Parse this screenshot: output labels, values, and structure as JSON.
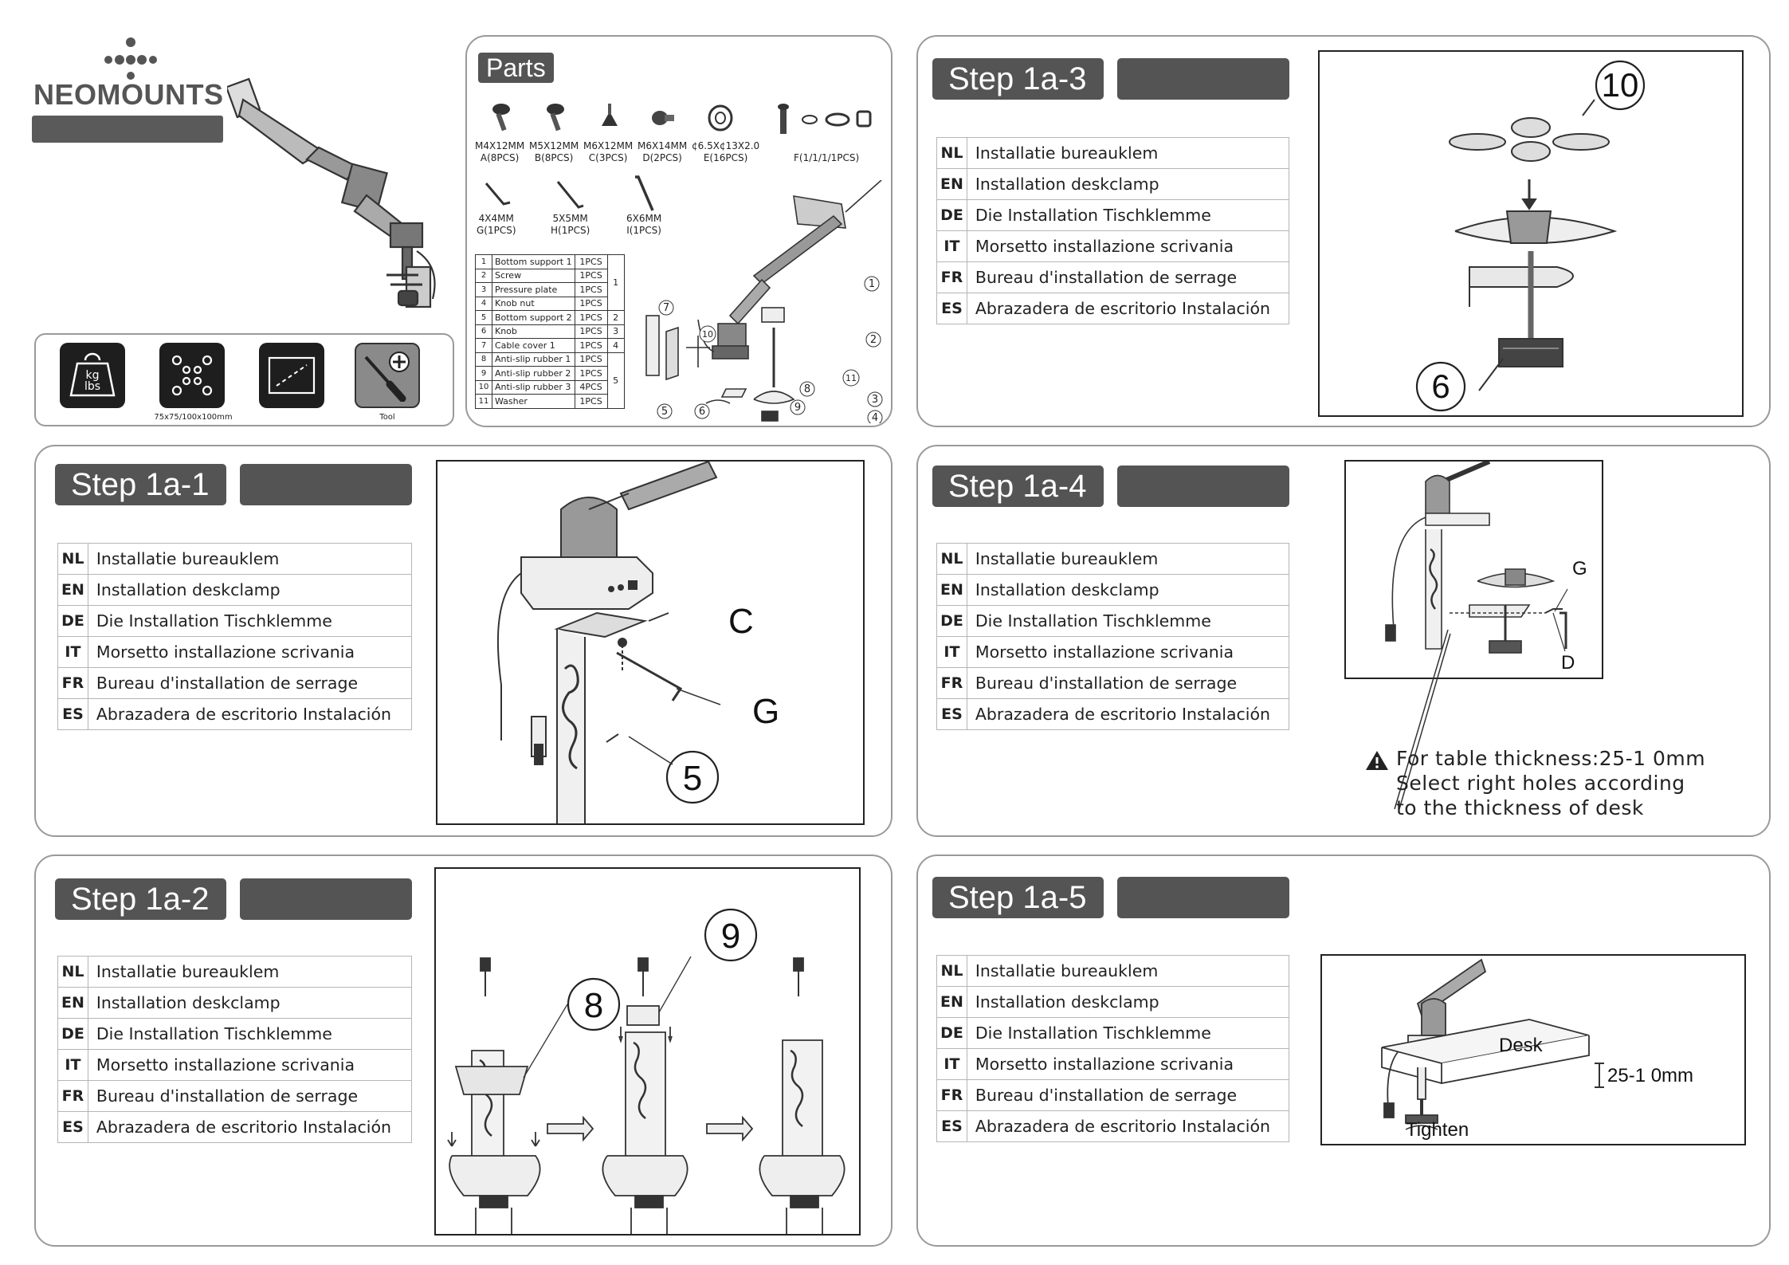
{
  "brand": {
    "name": "NEOMOUNTS"
  },
  "features": {
    "weight_top": "kg",
    "weight_bottom": "lbs",
    "vesa_caption": "75x75/100x100mm",
    "tool_caption": "Tool"
  },
  "parts": {
    "title": "Parts",
    "hardware": [
      {
        "size": "M4X12MM",
        "qty": "A(8PCS)"
      },
      {
        "size": "M5X12MM",
        "qty": "B(8PCS)"
      },
      {
        "size": "M6X12MM",
        "qty": "C(3PCS)"
      },
      {
        "size": "M6X14MM",
        "qty": "D(2PCS)"
      },
      {
        "size": "¢6.5X¢13X2.0",
        "qty": "E(16PCS)"
      },
      {
        "size": "",
        "qty": "F(1/1/1/1PCS)"
      }
    ],
    "keys": [
      {
        "size": "4X4MM",
        "qty": "G(1PCS)"
      },
      {
        "size": "5X5MM",
        "qty": "H(1PCS)"
      },
      {
        "size": "6X6MM",
        "qty": "I(1PCS)"
      }
    ],
    "list": [
      {
        "num": "1",
        "name": "Bottom support 1",
        "qty": "1PCS"
      },
      {
        "num": "2",
        "name": "Screw",
        "qty": "1PCS"
      },
      {
        "num": "3",
        "name": "Pressure plate",
        "qty": "1PCS"
      },
      {
        "num": "4",
        "name": "Knob nut",
        "qty": "1PCS"
      },
      {
        "num": "5",
        "name": "Bottom support 2",
        "qty": "1PCS"
      },
      {
        "num": "6",
        "name": "Knob",
        "qty": "1PCS"
      },
      {
        "num": "7",
        "name": "Cable cover 1",
        "qty": "1PCS"
      },
      {
        "num": "8",
        "name": "Anti-slip rubber 1",
        "qty": "1PCS"
      },
      {
        "num": "9",
        "name": "Anti-slip rubber 2",
        "qty": "1PCS"
      },
      {
        "num": "10",
        "name": "Anti-slip rubber 3",
        "qty": "4PCS"
      },
      {
        "num": "11",
        "name": "Washer",
        "qty": "1PCS"
      }
    ],
    "groups": [
      "1",
      "2",
      "3",
      "4",
      "5"
    ],
    "callouts": [
      "1",
      "2",
      "3",
      "4",
      "5",
      "6",
      "7",
      "8",
      "9",
      "10",
      "11"
    ]
  },
  "languages": [
    {
      "code": "NL",
      "text": "Installatie bureauklem"
    },
    {
      "code": "EN",
      "text": "Installation deskclamp"
    },
    {
      "code": "DE",
      "text": "Die Installation Tischklemme"
    },
    {
      "code": "IT",
      "text": "Morsetto installazione scrivania"
    },
    {
      "code": "FR",
      "text": "Bureau d'installation de serrage"
    },
    {
      "code": "ES",
      "text": "Abrazadera de escritorio Instalación"
    }
  ],
  "steps": {
    "s1a1": {
      "title": "Step 1a-1",
      "callouts": {
        "c": "C",
        "g": "G",
        "n5": "5"
      }
    },
    "s1a2": {
      "title": "Step 1a-2",
      "callouts": {
        "n8": "8",
        "n9": "9"
      }
    },
    "s1a3": {
      "title": "Step 1a-3",
      "callouts": {
        "n10": "10",
        "n6": "6"
      }
    },
    "s1a4": {
      "title": "Step 1a-4",
      "callouts": {
        "g": "G",
        "d": "D"
      },
      "warning": {
        "line1": "For table thickness:25-1  0mm",
        "line2": "Select right holes according",
        "line3": "to the thickness of desk"
      }
    },
    "s1a5": {
      "title": "Step 1a-5",
      "labels": {
        "desk": "Desk",
        "thickness": "25-1  0mm",
        "tighten": "Tighten"
      }
    }
  },
  "colors": {
    "badge": "#545454",
    "border": "#9a9a9a",
    "feature_icon": "#1e1e1e",
    "tool_bg": "#8a8a8a"
  }
}
